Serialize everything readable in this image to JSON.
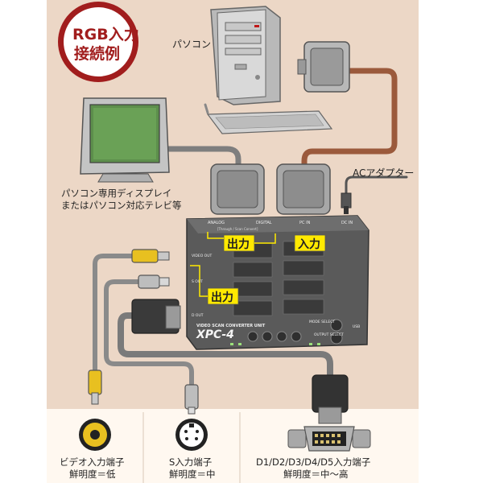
{
  "badge": {
    "line1": "RGB入力",
    "line2": "接続例"
  },
  "labels": {
    "pc": "パソコン",
    "monitor_line1": "パソコン専用ディスプレイ",
    "monitor_line2": "またはパソコン対応テレビ等",
    "ac_adapter": "ACアダプター"
  },
  "device": {
    "model": "XPC-4",
    "subtitle": "VIDEO SCAN CONVERTER UNIT",
    "top_labels": {
      "analog": "ANALOG",
      "digital": "DIGITAL",
      "pc_in": "PC IN",
      "dc_in": "DC IN"
    },
    "side_labels": {
      "video": "VIDEO OUT",
      "s": "S OUT",
      "d": "D OUT"
    },
    "bracket_sublabel": "[Through / Scan Convert]",
    "mode_select": "MODE SELECT",
    "output_select": "OUTPUT SELECT",
    "usb": "USB",
    "output_tag": "出力",
    "input_tag": "入力"
  },
  "bottom": [
    {
      "name": "ビデオ入力端子",
      "brightness": "鮮明度＝低"
    },
    {
      "name": "S入力端子",
      "brightness": "鮮明度＝中"
    },
    {
      "name": "D1/D2/D3/D4/D5入力端子",
      "brightness": "鮮明度＝中〜高"
    }
  ],
  "colors": {
    "background": "#ecd7c6",
    "panel": "#fff8f0",
    "badge_ring": "#a11d1d",
    "cable_gray": "#8a8a8a",
    "cable_brown": "#9b5a3c",
    "tag_yellow": "#ffe900",
    "device_body": "#5a5a5a",
    "rca_yellow": "#e8c020"
  }
}
